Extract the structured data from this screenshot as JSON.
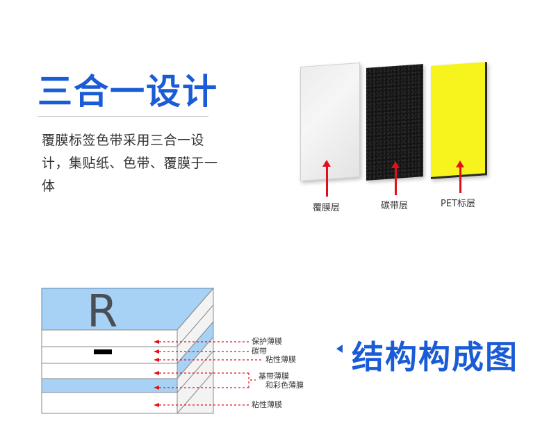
{
  "heading": {
    "title": "三合一设计",
    "description": "覆膜标签色带采用三合一设计，集贴纸、色带、覆膜于一体"
  },
  "layers": [
    {
      "label": "覆膜层",
      "color": "#eeeeee"
    },
    {
      "label": "碳带层",
      "color": "#141414"
    },
    {
      "label": "PET标层",
      "color": "#f7f31c"
    }
  ],
  "diagram": {
    "letter": "R",
    "labels": {
      "protective_film": "保护薄膜",
      "ribbon": "碳带",
      "adhesive_film_1": "粘性薄膜",
      "base_film": "基带薄膜",
      "color_film": "和彩色薄膜",
      "adhesive_film_2": "粘性薄膜"
    }
  },
  "structure": {
    "title": "结构构成图"
  },
  "colors": {
    "accent_blue": "#1a5bd6",
    "arrow_red": "#e0101a",
    "layer_light_blue": "#a7d2f5"
  },
  "icons": {
    "bullet": "triangle-left-icon",
    "pointer": "red-arrow-icon"
  }
}
